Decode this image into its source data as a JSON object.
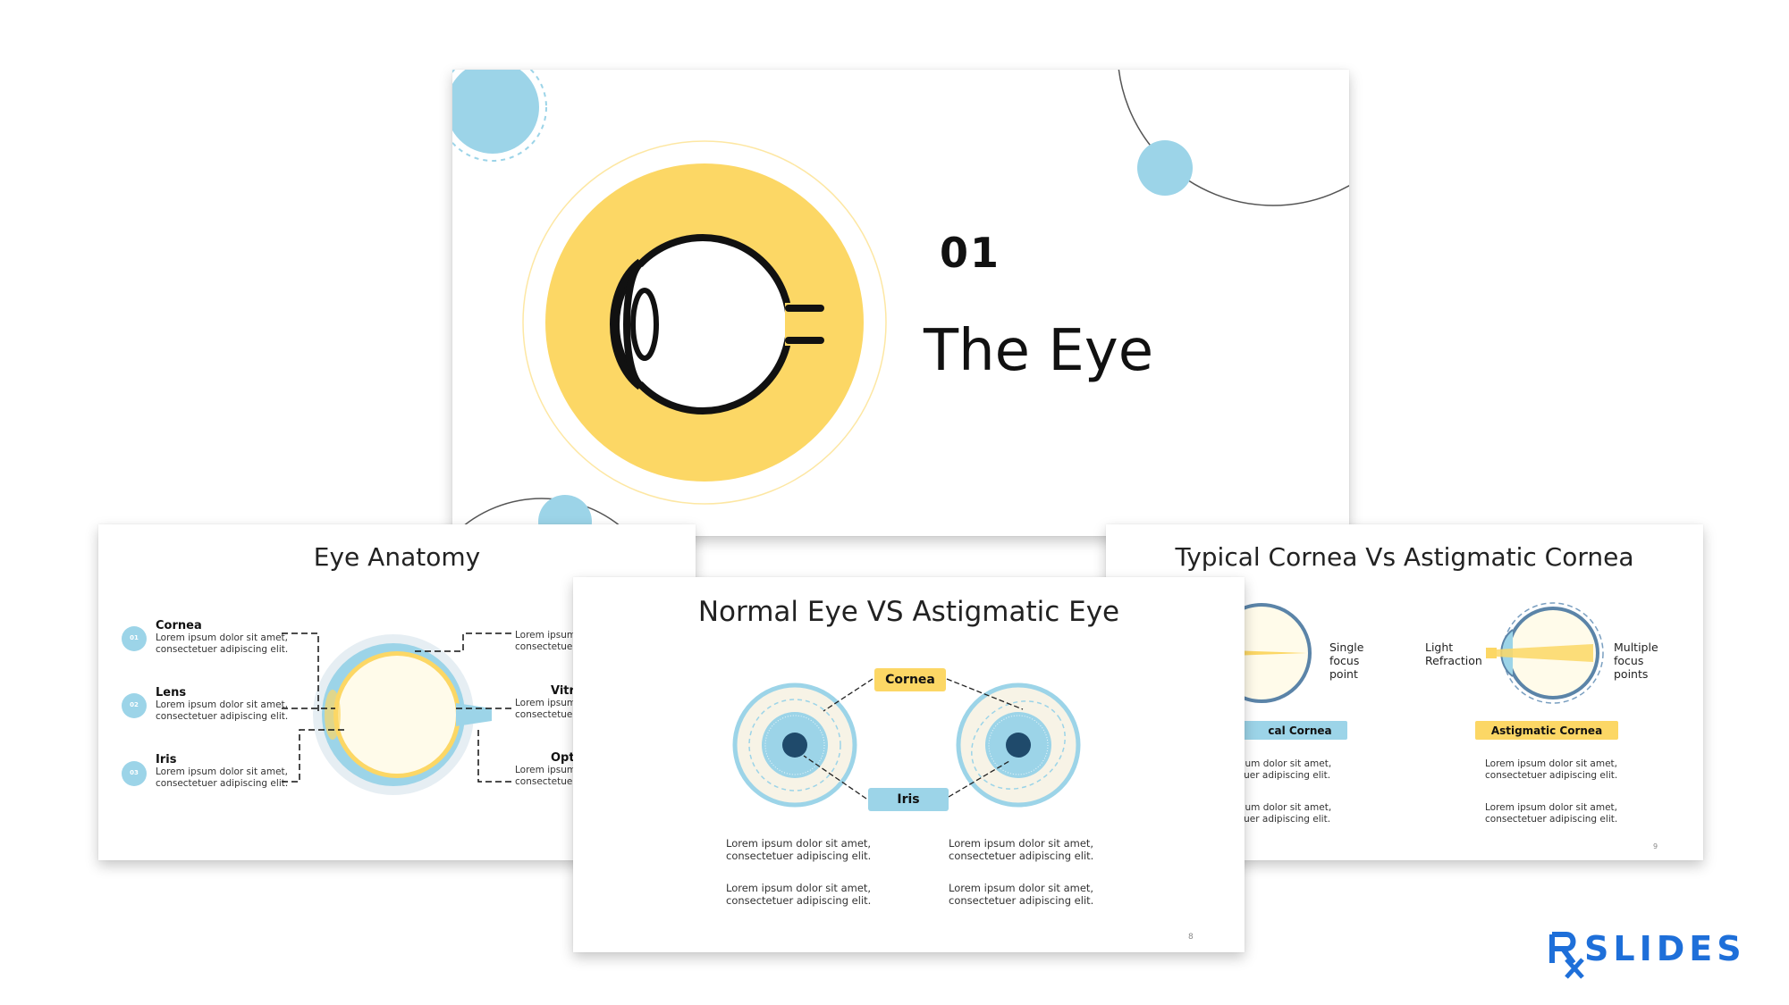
{
  "title_slide": {
    "number": "01",
    "title": "The Eye"
  },
  "anatomy_slide": {
    "title": "Eye Anatomy",
    "left_items": [
      {
        "num": "01",
        "name": "Cornea",
        "line1": "Lorem ipsum dolor sit amet,",
        "line2": "consectetuer adipiscing elit."
      },
      {
        "num": "02",
        "name": "Lens",
        "line1": "Lorem ipsum dolor sit amet,",
        "line2": "consectetuer adipiscing elit."
      },
      {
        "num": "03",
        "name": "Iris",
        "line1": "Lorem ipsum dolor sit amet,",
        "line2": "consectetuer adipiscing elit."
      }
    ],
    "right_items": [
      {
        "name": "",
        "line1": "Lorem ipsum",
        "line2": "consectetuer"
      },
      {
        "name": "Vitr",
        "line1": "Lorem ipsum",
        "line2": "consectetuer"
      },
      {
        "name": "Opt",
        "line1": "Lorem ipsum",
        "line2": "consectetuer"
      }
    ]
  },
  "normal_vs_astig_slide": {
    "title": "Normal Eye VS Astigmatic Eye",
    "cornea_label": "Cornea",
    "iris_label": "Iris",
    "text_blocks": [
      {
        "line1": "Lorem ipsum dolor sit amet,",
        "line2": "consectetuer adipiscing elit."
      },
      {
        "line1": "Lorem ipsum dolor sit amet,",
        "line2": "consectetuer adipiscing elit."
      },
      {
        "line1": "Lorem ipsum dolor sit amet,",
        "line2": "consectetuer adipiscing elit."
      },
      {
        "line1": "Lorem ipsum dolor sit amet,",
        "line2": "consectetuer adipiscing elit."
      }
    ],
    "page_number": "8"
  },
  "cornea_slide": {
    "title": "Typical Cornea Vs Astigmatic Cornea",
    "single_focus": [
      "Single",
      "focus",
      "point"
    ],
    "light_refraction": [
      "Light",
      "Refraction"
    ],
    "multiple_focus": [
      "Multiple",
      "focus",
      "points"
    ],
    "typical_label": "cal Cornea",
    "astigmatic_label": "Astigmatic Cornea",
    "left_texts": [
      {
        "line1": "sum dolor sit amet,",
        "line2": "tuer adipiscing elit."
      },
      {
        "line1": "sum dolor sit amet,",
        "line2": "tuer adipiscing elit."
      }
    ],
    "right_texts": [
      {
        "line1": "Lorem ipsum dolor sit amet,",
        "line2": "consectetuer adipiscing elit."
      },
      {
        "line1": "Lorem ipsum dolor sit amet,",
        "line2": "consectetuer adipiscing elit."
      }
    ],
    "page_number": "9"
  },
  "brand": {
    "name": "SLIDES",
    "prefix": "R",
    "sub": "X",
    "color": "#1e6fd9"
  },
  "colors": {
    "yellow": "#fcd765",
    "light_blue": "#9cd4e8",
    "dark_pupil": "#1f4a6b"
  }
}
